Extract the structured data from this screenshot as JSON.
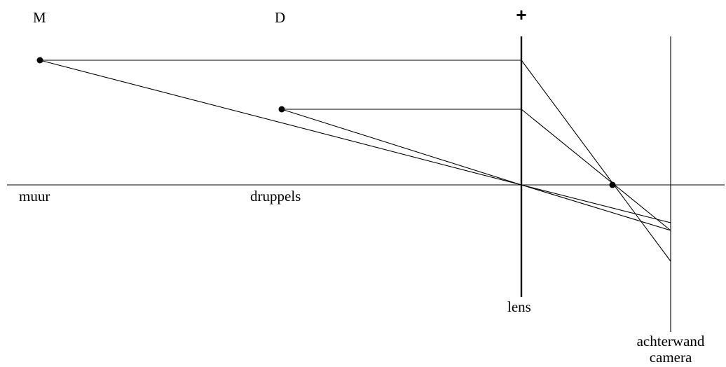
{
  "labels": {
    "top_m": "M",
    "top_d": "D",
    "lens_sign": "+",
    "muur": "muur",
    "druppels": "druppels",
    "lens": "lens",
    "back_line1": "achterwand",
    "back_line2": "camera"
  },
  "colors": {
    "ink": "#000000",
    "background": "#ffffff"
  }
}
